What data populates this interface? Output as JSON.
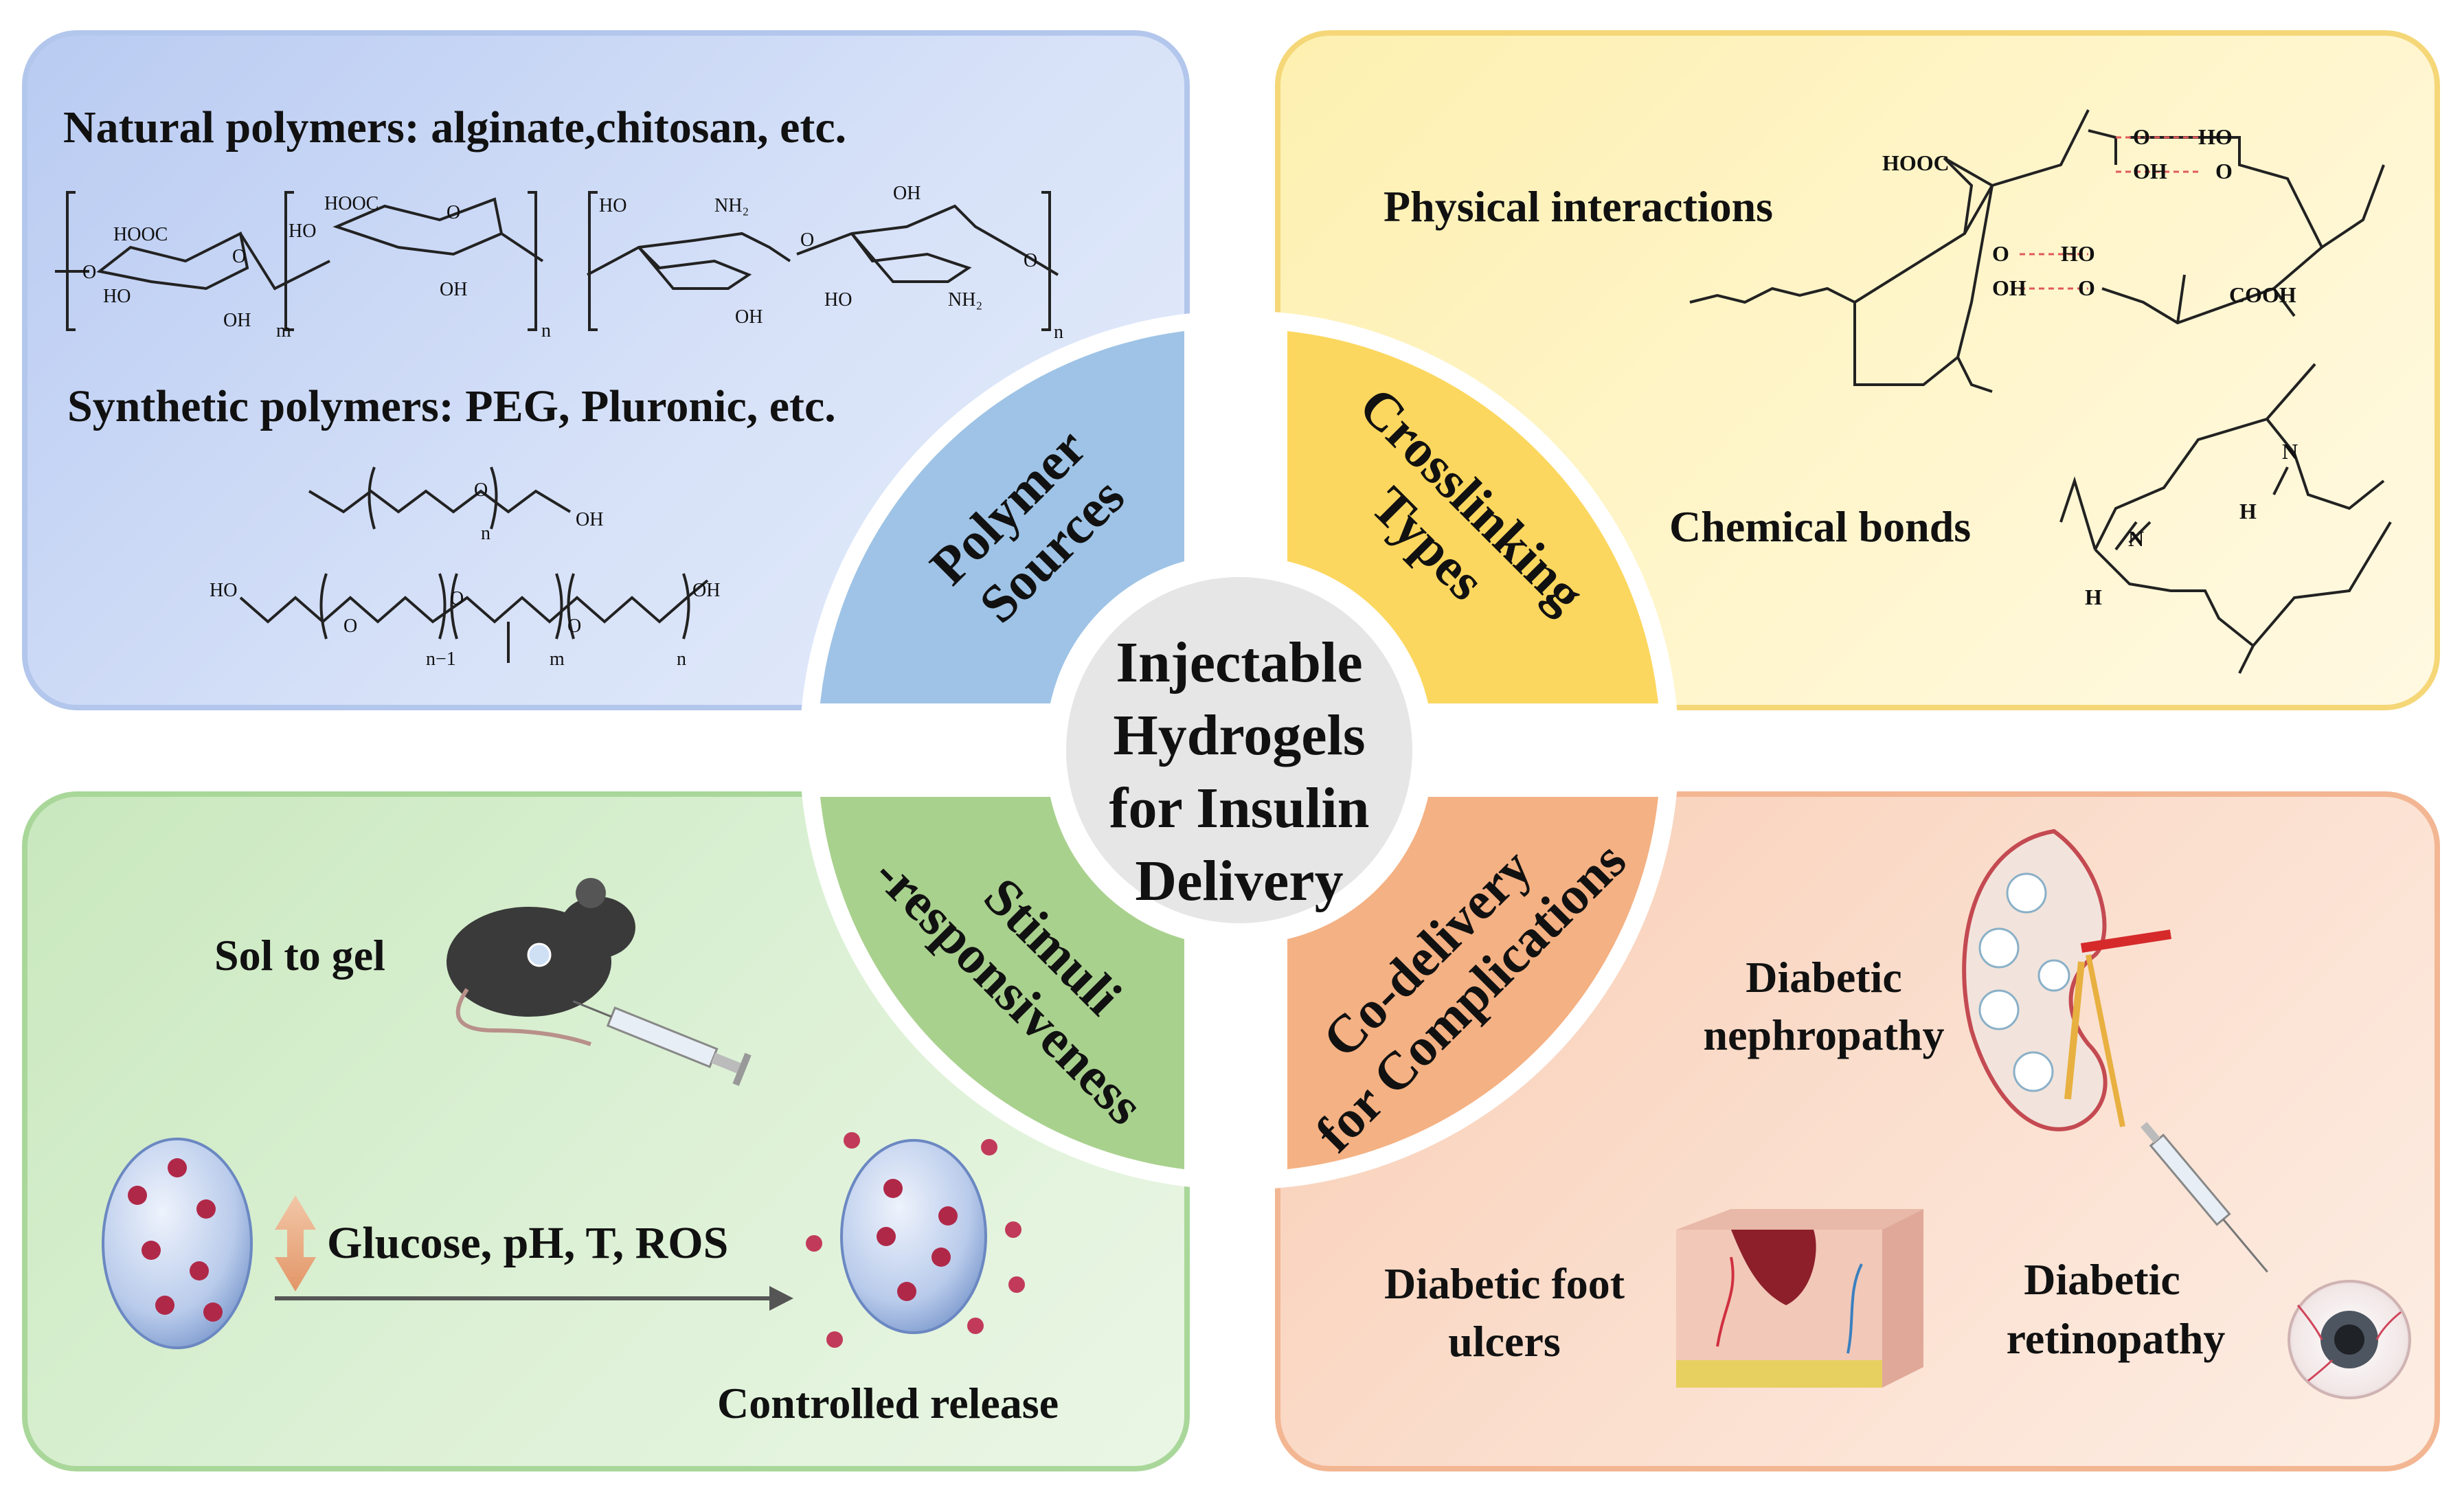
{
  "center": {
    "lines": [
      "Injectable",
      "Hydrogels",
      "for Insulin",
      "Delivery"
    ]
  },
  "wedges": {
    "polymer": [
      "Polymer",
      "Sources"
    ],
    "crosslinking": [
      "Crosslinking",
      "Types"
    ],
    "stimuli": [
      "Stimuli",
      "-responsiveness"
    ],
    "codelivery": [
      "Co-delivery",
      "for Complications"
    ]
  },
  "polymer_panel": {
    "natural": "Natural polymers: alginate,chitosan, etc.",
    "synthetic": "Synthetic polymers: PEG, Pluronic, etc.",
    "chem_labels": {
      "hooc": "HOOC",
      "ho": "HO",
      "oh": "OH",
      "o": "O",
      "nh2": "NH₂",
      "m": "m",
      "n": "n",
      "n1": "n−1"
    }
  },
  "crosslink_panel": {
    "physical": "Physical interactions",
    "chemical": "Chemical bonds",
    "chem_labels": {
      "hooc": "HOOC",
      "cooh": "COOH",
      "ho": "HO",
      "oh": "OH",
      "o": "O",
      "n": "N",
      "h": "H"
    }
  },
  "stimuli_panel": {
    "sol_gel": "Sol to gel",
    "stimuli": "Glucose, pH, T, ROS",
    "release": "Controlled release"
  },
  "complications_panel": {
    "nephropathy": [
      "Diabetic",
      "nephropathy"
    ],
    "foot": [
      "Diabetic foot",
      "ulcers"
    ],
    "retinopathy": [
      "Diabetic",
      "retinopathy"
    ]
  },
  "colors": {
    "blue_panel": "#c6d5f5",
    "yellow_panel": "#fff2c0",
    "green_panel": "#d5ecca",
    "orange_panel": "#f9d6c2",
    "blue_wedge": "#9ec3e6",
    "yellow_wedge": "#fcd75f",
    "green_wedge": "#a9d18e",
    "orange_wedge": "#f4b183",
    "center_circle": "#e6e6e6"
  }
}
